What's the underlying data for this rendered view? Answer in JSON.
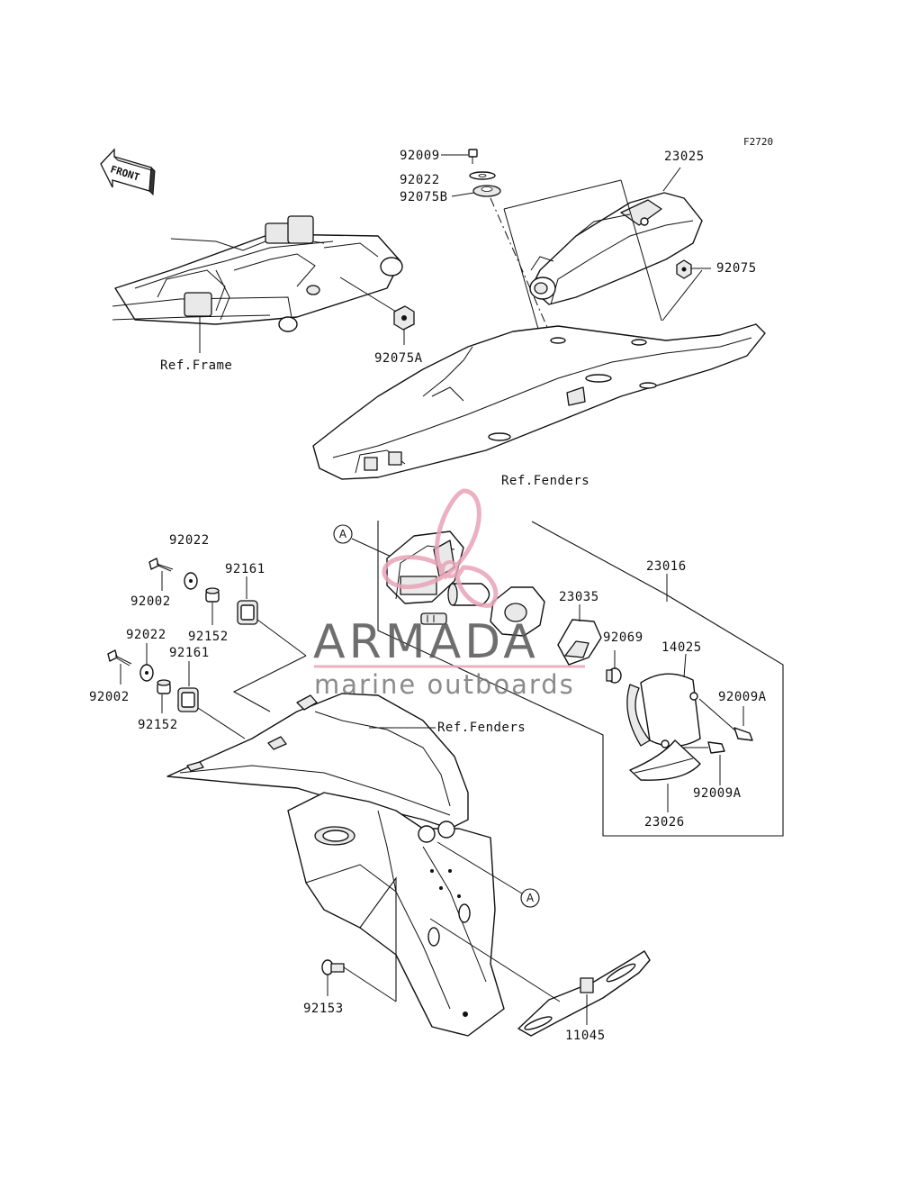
{
  "figure_code": "F2720",
  "front_badge": "FRONT",
  "refs": {
    "frame": "Ref.Frame",
    "fenders_top": "Ref.Fenders",
    "fenders_mid": "Ref.Fenders"
  },
  "callouts": {
    "a1": "A",
    "a2": "A"
  },
  "parts": {
    "p_92009": "92009",
    "p_92022_top": "92022",
    "p_92075B": "92075B",
    "p_23025": "23025",
    "p_92075": "92075",
    "p_92075A": "92075A",
    "p_92022_a": "92022",
    "p_92002_a": "92002",
    "p_92152_a": "92152",
    "p_92161_a": "92161",
    "p_92022_b": "92022",
    "p_92161_b": "92161",
    "p_92002_b": "92002",
    "p_92152_b": "92152",
    "p_23016": "23016",
    "p_23035": "23035",
    "p_92069": "92069",
    "p_14025": "14025",
    "p_92009A_1": "92009A",
    "p_92009A_2": "92009A",
    "p_23026": "23026",
    "p_92153": "92153",
    "p_11045": "11045"
  },
  "watermark": {
    "name": "ARMADA",
    "tagline": "marine outboards",
    "logo_color": "#e8a3b8",
    "text_color": "#555555"
  }
}
